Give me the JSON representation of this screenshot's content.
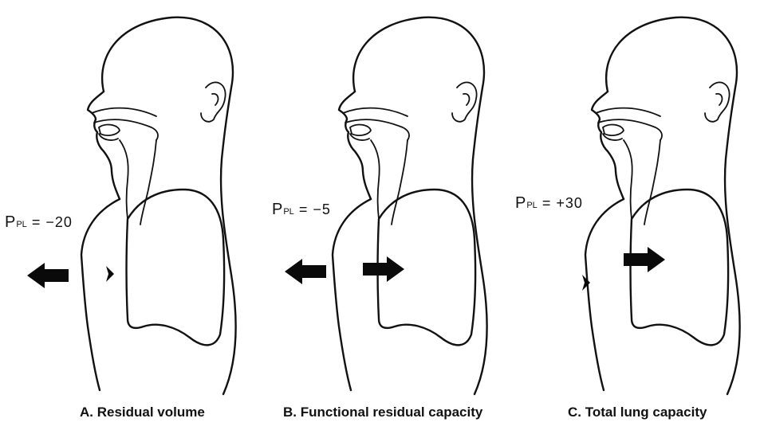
{
  "panels": [
    {
      "pressure_symbol": "P",
      "pressure_subscript": "PL",
      "pressure_value": "= −20",
      "caption": "A. Residual volume"
    },
    {
      "pressure_symbol": "P",
      "pressure_subscript": "PL",
      "pressure_value": "= −5",
      "caption": "B. Functional residual capacity"
    },
    {
      "pressure_symbol": "P",
      "pressure_subscript": "PL",
      "pressure_value": "= +30",
      "caption": "C. Total lung capacity"
    }
  ]
}
